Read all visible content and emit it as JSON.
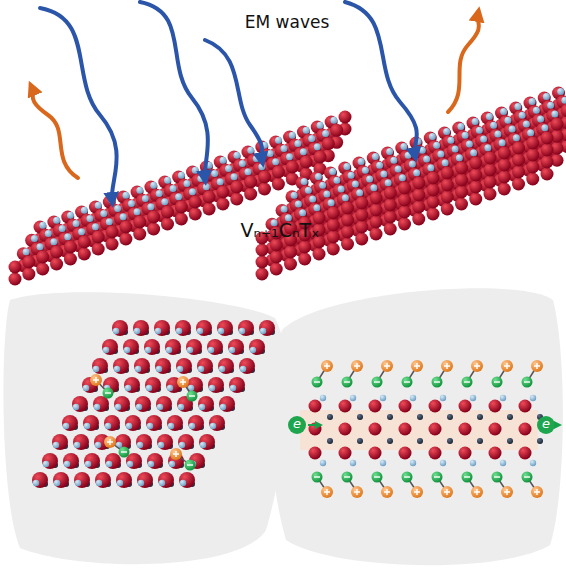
{
  "diagram": {
    "labels": [
      "EM waves",
      "Vₙ₊₁CₙTₓ",
      "e",
      "e"
    ]
  }
}
